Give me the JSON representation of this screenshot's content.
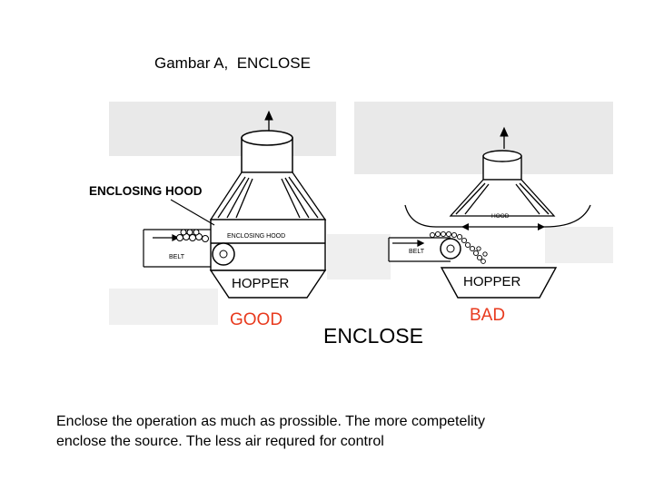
{
  "title": "Gambar A,  ENCLOSE",
  "diagram": {
    "left_label": "ENCLOSING HOOD",
    "left_hood_text": "ENCLOSING  HOOD",
    "left_belt": "BELT",
    "left_hopper": "HOPPER",
    "good": "GOOD",
    "center": "ENCLOSE",
    "right_hood_text": "HOOD",
    "right_belt": "BELT",
    "right_hopper": "HOPPER",
    "bad": "BAD"
  },
  "caption": {
    "line1": "Enclose the operation as much as prossible. The more competelity",
    "line2": "enclose the source. The less air requred for control"
  },
  "colors": {
    "good": "#e83a1e",
    "bad": "#e83a1e"
  }
}
